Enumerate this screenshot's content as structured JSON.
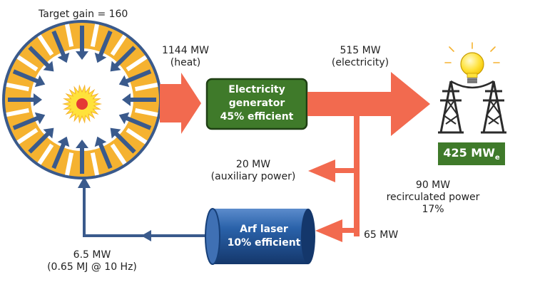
{
  "target_gain": "Target gain = 160",
  "heat": {
    "power": "1144 MW",
    "kind": "(heat)"
  },
  "electricity": {
    "power": "515 MW",
    "kind": "(electricity)"
  },
  "generator": {
    "line1": "Electricity",
    "line2": "generator",
    "line3": "45% efficient"
  },
  "auxiliary": {
    "power": "20 MW",
    "kind": "(auxiliary power)"
  },
  "net_output": {
    "value": "425 MW",
    "subscript": "e"
  },
  "recirculated": {
    "line1": "90 MW",
    "line2": "recirculated power",
    "line3": "17%"
  },
  "laser": {
    "line1": "Arf laser",
    "line2": "10% efficient"
  },
  "laser_input": "65 MW",
  "laser_output": {
    "line1": "6.5 MW",
    "line2": "(0.65 MJ @ 10 Hz)"
  },
  "colors": {
    "flow_arrow": "#f26a4f",
    "feedback_line": "#3a5a8c",
    "generator_box": "#3f7a2a",
    "output_badge": "#3f7a2a",
    "laser_body": "#1f4e8f",
    "target_ring": "#f5b230",
    "target_core": "#e53935",
    "bulb": "#ffe23a",
    "tower": "#2b2b2b"
  }
}
